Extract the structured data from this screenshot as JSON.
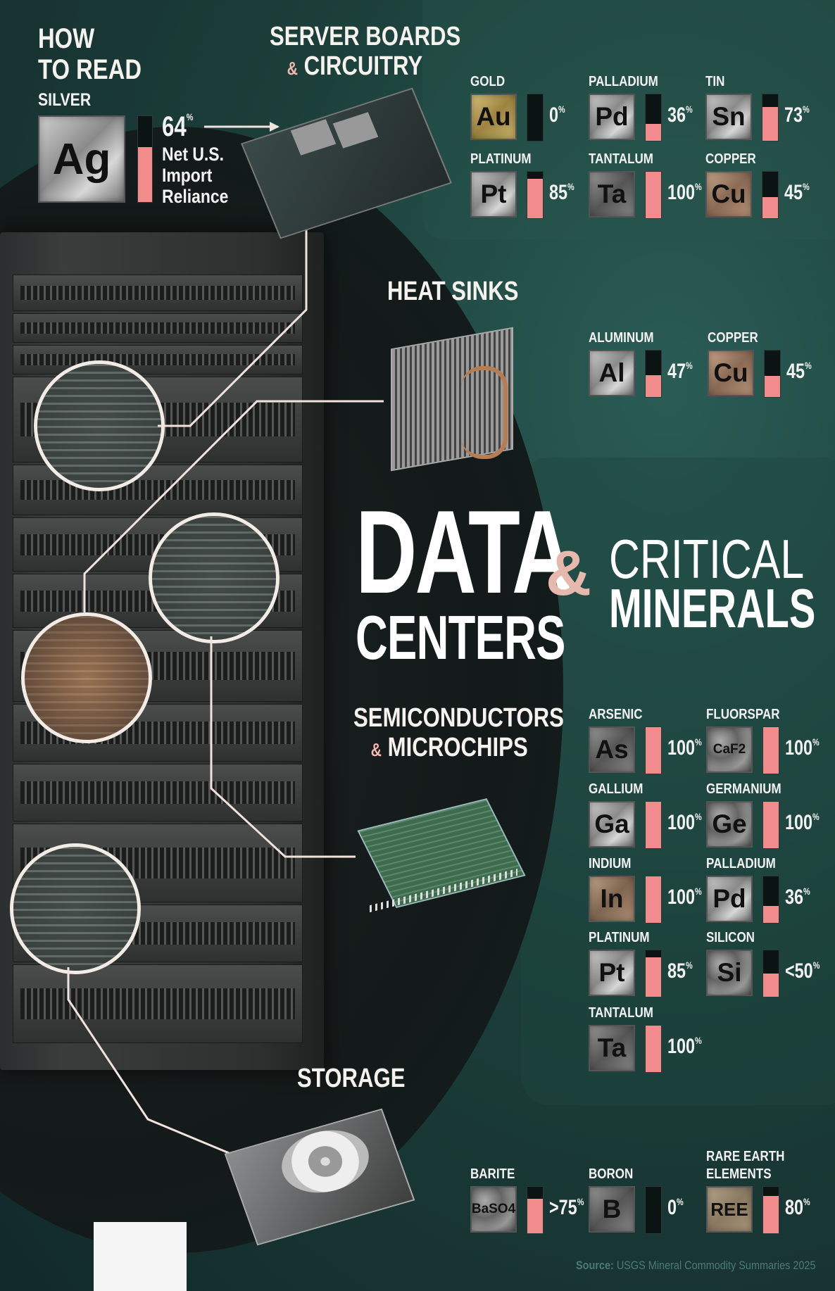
{
  "how_to_read": {
    "title_line1": "HOW",
    "title_line2": "TO READ",
    "example_name": "SILVER",
    "example_symbol": "Ag",
    "example_value": "64",
    "example_value_num": 64,
    "label_line1": "Net U.S.",
    "label_line2": "Import",
    "label_line3": "Reliance"
  },
  "main_title": {
    "word1": "DATA",
    "word2": "CENTERS",
    "amp": "&",
    "word3": "CRITICAL",
    "word4": "MINERALS"
  },
  "source": {
    "label": "Source:",
    "text": "USGS Mineral Commodity Summaries 2025"
  },
  "colors": {
    "bar_fill": "#f28c8c",
    "accent_pink": "#f2b6b0",
    "background": "#1c3f3a"
  },
  "chart_data": {
    "type": "bar",
    "value_label": "Net U.S. Import Reliance",
    "unit": "%",
    "ylim": [
      0,
      100
    ],
    "groups": [
      {
        "title_line1": "SERVER BOARDS",
        "amp": "&",
        "title_line2": "CIRCUITRY",
        "minerals": [
          {
            "name": "GOLD",
            "symbol": "Au",
            "value": 0,
            "label": "0"
          },
          {
            "name": "PALLADIUM",
            "symbol": "Pd",
            "value": 36,
            "label": "36"
          },
          {
            "name": "TIN",
            "symbol": "Sn",
            "value": 73,
            "label": "73"
          },
          {
            "name": "PLATINUM",
            "symbol": "Pt",
            "value": 85,
            "label": "85"
          },
          {
            "name": "TANTALUM",
            "symbol": "Ta",
            "value": 100,
            "label": "100"
          },
          {
            "name": "COPPER",
            "symbol": "Cu",
            "value": 45,
            "label": "45"
          }
        ]
      },
      {
        "title_line1": "HEAT SINKS",
        "minerals": [
          {
            "name": "ALUMINUM",
            "symbol": "Al",
            "value": 47,
            "label": "47"
          },
          {
            "name": "COPPER",
            "symbol": "Cu",
            "value": 45,
            "label": "45"
          }
        ]
      },
      {
        "title_line1": "SEMICONDUCTORS",
        "amp": "&",
        "title_line2": "MICROCHIPS",
        "minerals": [
          {
            "name": "ARSENIC",
            "symbol": "As",
            "value": 100,
            "label": "100"
          },
          {
            "name": "FLUORSPAR",
            "symbol": "CaF2",
            "value": 100,
            "label": "100"
          },
          {
            "name": "GALLIUM",
            "symbol": "Ga",
            "value": 100,
            "label": "100"
          },
          {
            "name": "GERMANIUM",
            "symbol": "Ge",
            "value": 100,
            "label": "100"
          },
          {
            "name": "INDIUM",
            "symbol": "In",
            "value": 100,
            "label": "100"
          },
          {
            "name": "PALLADIUM",
            "symbol": "Pd",
            "value": 36,
            "label": "36"
          },
          {
            "name": "PLATINUM",
            "symbol": "Pt",
            "value": 85,
            "label": "85"
          },
          {
            "name": "SILICON",
            "symbol": "Si",
            "value": 50,
            "label": "<50"
          },
          {
            "name": "TANTALUM",
            "symbol": "Ta",
            "value": 100,
            "label": "100"
          }
        ]
      },
      {
        "title_line1": "STORAGE",
        "minerals": [
          {
            "name": "BARITE",
            "symbol": "BaSO4",
            "value": 75,
            "label": ">75"
          },
          {
            "name": "BORON",
            "symbol": "B",
            "value": 0,
            "label": "0"
          },
          {
            "name_line1": "RARE EARTH",
            "name_line2": "ELEMENTS",
            "symbol": "REE",
            "value": 80,
            "label": "80"
          }
        ]
      }
    ]
  }
}
